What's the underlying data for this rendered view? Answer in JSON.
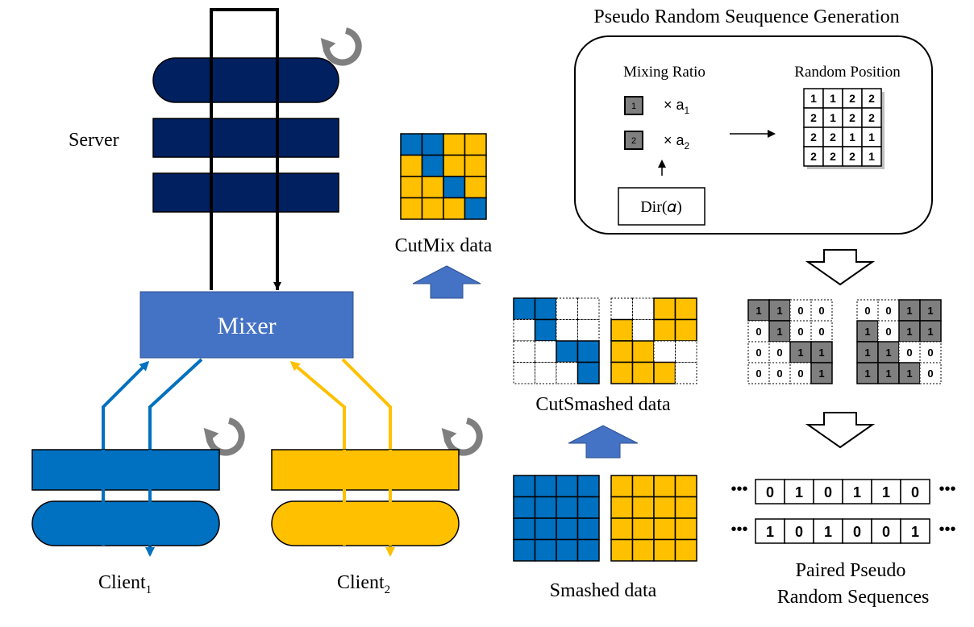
{
  "title": "Pseudo Random Seuquence Generation",
  "labels": {
    "server": "Server",
    "mixer": "Mixer",
    "client1": "Client",
    "client1_sub": "1",
    "client2": "Client",
    "client2_sub": "2",
    "cutmix": "CutMix data",
    "cutsmashed": "CutSmashed data",
    "smashed": "Smashed data",
    "paired_line1": "Paired Pseudo",
    "paired_line2": "Random Sequences",
    "mixing_ratio": "Mixing Ratio",
    "random_position": "Random Position",
    "dir": "Dir(𝛼)",
    "chip1": "1",
    "chip2": "2",
    "times_a1": "× a",
    "times_a1_sub": "1",
    "times_a2": "× a",
    "times_a2_sub": "2",
    "ellipsis": "•••"
  },
  "colors": {
    "navy": "#002060",
    "blue": "#0070C0",
    "yellow": "#FFC000",
    "mixer": "#4472C4",
    "gray": "#7F7F7F",
    "arrow_blue": "#4472C4"
  },
  "random_position": [
    [
      1,
      1,
      2,
      2
    ],
    [
      2,
      1,
      2,
      2
    ],
    [
      2,
      2,
      1,
      1
    ],
    [
      2,
      2,
      2,
      1
    ]
  ],
  "cutmix_grid": [
    [
      "B",
      "B",
      "Y",
      "Y"
    ],
    [
      "Y",
      "B",
      "Y",
      "Y"
    ],
    [
      "Y",
      "Y",
      "B",
      "Y"
    ],
    [
      "Y",
      "Y",
      "Y",
      "B"
    ]
  ],
  "mask1": [
    [
      1,
      1,
      0,
      0
    ],
    [
      0,
      1,
      0,
      0
    ],
    [
      0,
      0,
      1,
      1
    ],
    [
      0,
      0,
      0,
      1
    ]
  ],
  "mask2": [
    [
      0,
      0,
      1,
      1
    ],
    [
      1,
      0,
      1,
      1
    ],
    [
      1,
      1,
      0,
      0
    ],
    [
      1,
      1,
      1,
      0
    ]
  ],
  "sequence1": [
    0,
    1,
    0,
    1,
    1,
    0
  ],
  "sequence2": [
    1,
    0,
    1,
    0,
    0,
    1
  ]
}
